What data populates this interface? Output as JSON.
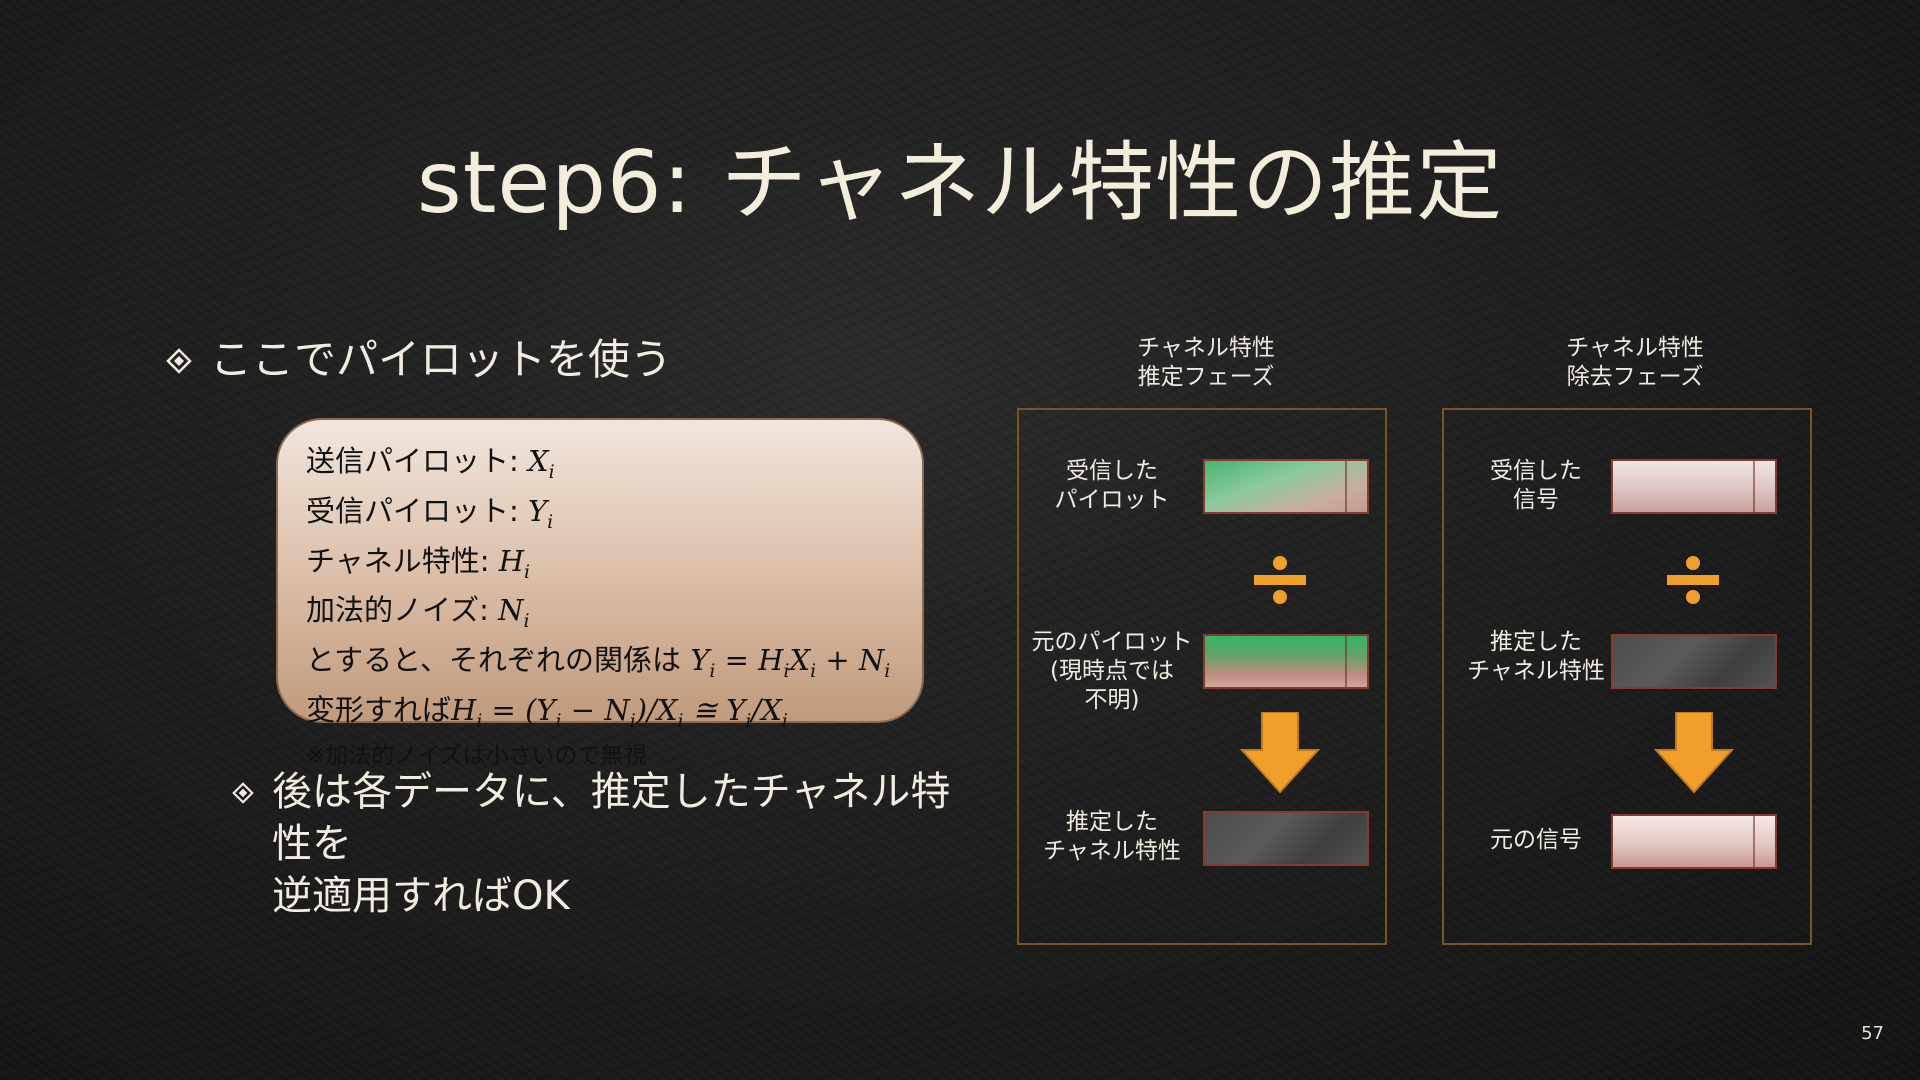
{
  "slide": {
    "title": "step6: チャネル特性の推定",
    "page_number": "57"
  },
  "bullets": {
    "first": "ここでパイロットを使う",
    "second": "後は各データに、推定したチャネル特性を\n逆適用すればOK"
  },
  "info_box": {
    "line1_label": "送信パイロット: ",
    "line1_math": "X",
    "line1_sub": "i",
    "line2_label": "受信パイロット: ",
    "line2_math": "Y",
    "line2_sub": "i",
    "line3_label": "チャネル特性: ",
    "line3_math": "H",
    "line3_sub": "i",
    "line4_label": "加法的ノイズ: ",
    "line4_math": "N",
    "line4_sub": "i",
    "line5_label": "とすると、それぞれの関係は ",
    "line6_label": "変形すれば",
    "note": "※加法的ノイズは小さいので無視"
  },
  "estimation_phase": {
    "title": "チャネル特性\n推定フェーズ",
    "received_label": "受信した\nパイロット",
    "original_label": "元のパイロット\n(現時点では\n不明)",
    "result_label": "推定した\nチャネル特性"
  },
  "removal_phase": {
    "title": "チャネル特性\n除去フェーズ",
    "received_label": "受信した\n信号",
    "estimated_label": "推定した\nチャネル特性",
    "result_label": "元の信号"
  },
  "icons": {
    "bullet": "diamond-bullet-icon",
    "divide": "divide-icon",
    "arrow": "down-arrow-icon"
  },
  "colors": {
    "accent_orange": "#f0a02a",
    "panel_border": "#7a5424",
    "text": "#f2ece0"
  }
}
